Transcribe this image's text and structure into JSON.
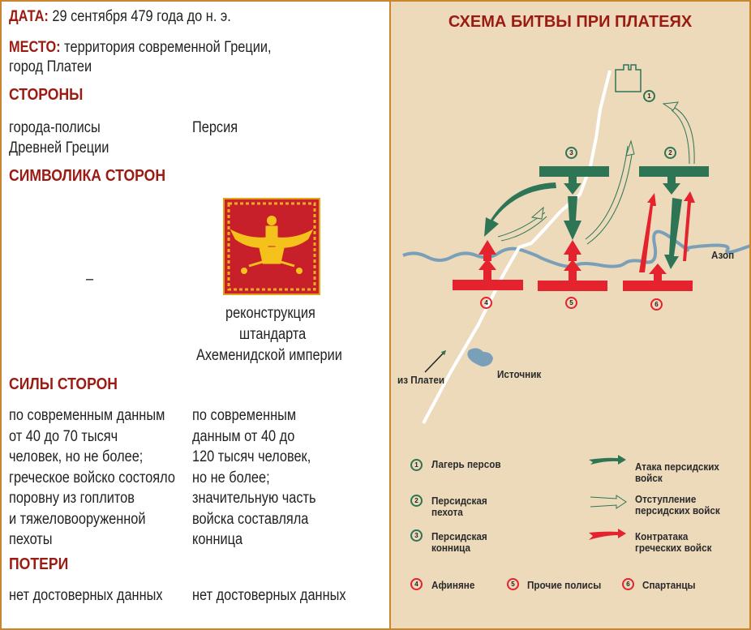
{
  "left": {
    "date_label": "ДАТА:",
    "date_value": "29 сентября 479 года до н. э.",
    "place_label": "МЕСТО:",
    "place_value_1": "территория современной Греции,",
    "place_value_2": "город Платеи",
    "sides_heading": "СТОРОНЫ",
    "side_a_1": "города-полисы",
    "side_a_2": "Древней Греции",
    "side_b": "Персия",
    "symbols_heading": "СИМВОЛИКА СТОРОН",
    "symbol_a": "–",
    "symbol_b_caption": [
      "реконструкция",
      "штандарта",
      "Ахеменидской империи"
    ],
    "forces_heading": "СИЛЫ СТОРОН",
    "forces_a": [
      "по современным данным",
      "от 40 до 70 тысяч",
      "человек, но не более;",
      "греческое войско состояло",
      "поровну из гоплитов",
      "и тяжеловооруженной",
      "пехоты"
    ],
    "forces_b": [
      "по современным",
      "данным от 40 до",
      "120 тысяч человек,",
      "но не более;",
      "значительную часть",
      "войска составляла",
      "конница"
    ],
    "losses_heading": "ПОТЕРИ",
    "losses_a": "нет достоверных данных",
    "losses_b": "нет достоверных данных"
  },
  "map": {
    "title": "СХЕМА БИТВЫ ПРИ ПЛАТЕЯХ",
    "river": "Азоп",
    "spring": "Источник",
    "road": "из Платеи",
    "markers": [
      "1",
      "2",
      "3",
      "4",
      "5",
      "6"
    ]
  },
  "legend": {
    "camp": "Лагерь персов",
    "infantry": [
      "Персидская",
      "пехота"
    ],
    "cavalry": [
      "Персидская",
      "конница"
    ],
    "attack": [
      "Атака персидских",
      "войск"
    ],
    "retreat": [
      "Отступление",
      "персидских войск"
    ],
    "counter": [
      "Контратака",
      "греческих войск"
    ],
    "athenians": "Афиняне",
    "others": "Прочие полисы",
    "spartans": "Спартанцы"
  },
  "colors": {
    "persian": "#2e7556",
    "greek": "#e5232f",
    "river": "#7a9fb8",
    "heading": "#9b1a12",
    "bg": "#ecdabb"
  }
}
